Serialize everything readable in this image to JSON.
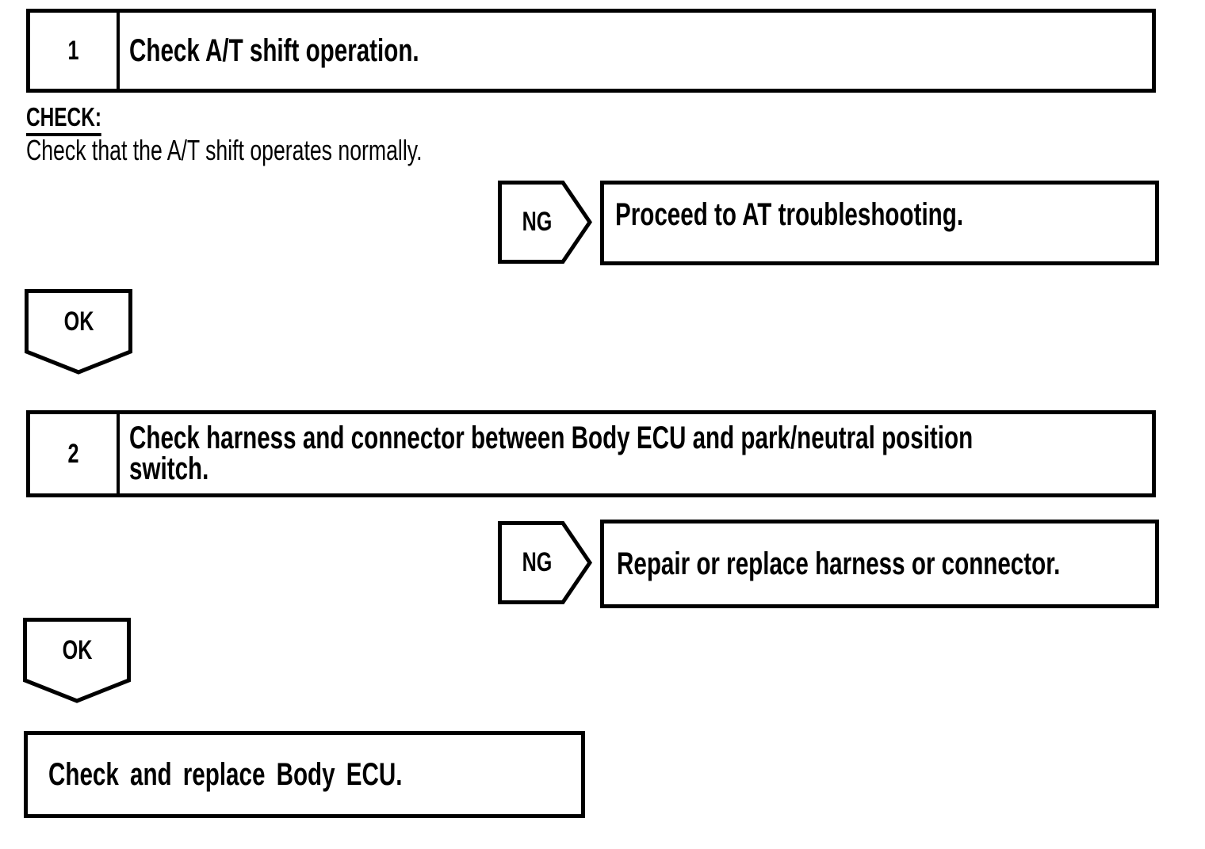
{
  "page": {
    "background": "#ffffff",
    "ink": "#000000"
  },
  "steps": [
    {
      "number": "1",
      "lines": [
        "Check A/T shift operation."
      ]
    },
    {
      "number": "2",
      "lines": [
        "Check harness and connector between Body ECU and park/neutral position",
        "switch."
      ]
    }
  ],
  "check": {
    "heading": "CHECK:",
    "instruction": "Check that the A/T shift operates normally."
  },
  "branches": [
    {
      "connector": "NG",
      "action": "Proceed to AT troubleshooting."
    },
    {
      "connector": "NG",
      "action": "Repair or replace harness or connector."
    }
  ],
  "ok_connectors": [
    {
      "label": "OK"
    },
    {
      "label": "OK"
    }
  ],
  "final": {
    "action": "Check and replace Body ECU."
  }
}
